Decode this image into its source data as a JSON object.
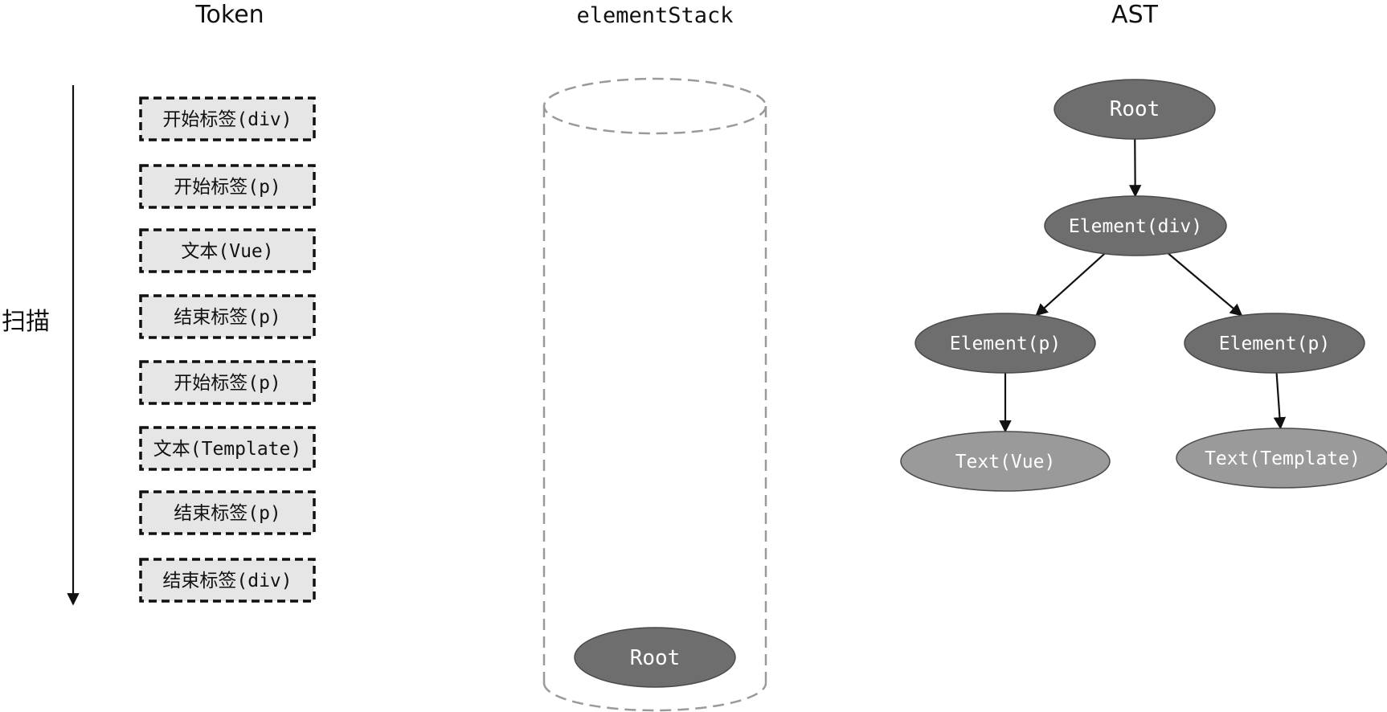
{
  "titles": {
    "token": "Token",
    "stack": "elementStack",
    "ast": "AST"
  },
  "scan_label": "扫描",
  "tokens": [
    "开始标签(div)",
    "开始标签(p)",
    "文本(Vue)",
    "结束标签(p)",
    "开始标签(p)",
    "文本(Template)",
    "结束标签(p)",
    "结束标签(div)"
  ],
  "stack": {
    "items": [
      "Root"
    ]
  },
  "ast": {
    "nodes": [
      {
        "id": "root",
        "label": "Root",
        "kind": "element"
      },
      {
        "id": "div",
        "label": "Element(div)",
        "kind": "element"
      },
      {
        "id": "p1",
        "label": "Element(p)",
        "kind": "element"
      },
      {
        "id": "p2",
        "label": "Element(p)",
        "kind": "element"
      },
      {
        "id": "t1",
        "label": "Text(Vue)",
        "kind": "text"
      },
      {
        "id": "t2",
        "label": "Text(Template)",
        "kind": "text"
      }
    ],
    "edges": [
      [
        "root",
        "div"
      ],
      [
        "div",
        "p1"
      ],
      [
        "div",
        "p2"
      ],
      [
        "p1",
        "t1"
      ],
      [
        "p2",
        "t2"
      ]
    ]
  },
  "colors": {
    "element_node": "#6e6e6e",
    "text_node": "#9a9a9a",
    "token_fill": "#e6e6e6"
  }
}
